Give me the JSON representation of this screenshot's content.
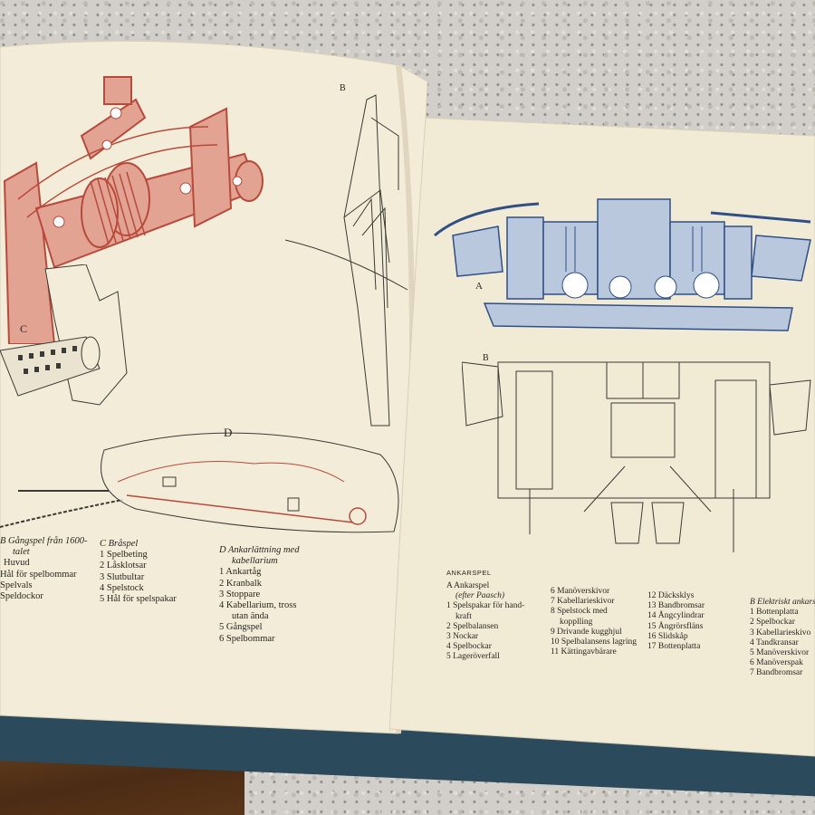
{
  "left_page": {
    "figure_letters": {
      "b": "B",
      "c": "C",
      "d": "D"
    },
    "captions": {
      "a": {
        "title": "B Gångspel från 1600-",
        "title_cont": "talet",
        "items": [
          "Huvud",
          "Hål för spelbommar",
          "Spelvals",
          "Speldockor"
        ]
      },
      "c": {
        "title": "C  Bråspel",
        "items": [
          "1  Spelbeting",
          "2  Låsklotsar",
          "3  Slutbultar",
          "4  Spelstock",
          "5  Hål för spelspakar"
        ]
      },
      "d": {
        "title": "D  Ankarlättning med",
        "title_cont": "kabellarium",
        "items": [
          "1  Ankartåg",
          "2  Kranbalk",
          "3  Stoppare",
          "4  Kabellarium, tross",
          "utan ända",
          "5  Gångspel",
          "6  Spelbommar"
        ]
      }
    },
    "colors": {
      "red_ink": "#b84a3c",
      "page": "#f3ecd8",
      "line_ink": "#3b3a36"
    }
  },
  "right_page": {
    "figure_letters": {
      "a": "A",
      "b": "B"
    },
    "heading": "ANKARSPEL",
    "captions": {
      "a": {
        "title": "A  Ankarspel",
        "subtitle": "(efter Paasch)",
        "items": [
          "1  Spelspakar för hand-",
          "kraft",
          "2  Spelbalansen",
          "3  Nockar",
          "4  Spelbockar",
          "5  Lageröverfall"
        ]
      },
      "col2": {
        "items": [
          "6  Manöverskivor",
          "7  Kabellarieskivor",
          "8  Spelstock med",
          "kopplling",
          "9  Drivande kugghjul",
          "10  Spelbalansens lagring",
          "11  Kättingavbärare"
        ]
      },
      "col3": {
        "items": [
          "12  Däcksklys",
          "13  Bandbromsar",
          "14  Ångcylindrar",
          "15  Ångrörsfläns",
          "16  Slidskåp",
          "17  Bottenplatta"
        ]
      },
      "b": {
        "title": "B  Elektriskt ankars",
        "items": [
          "1  Bottenplatta",
          "2  Spelbockar",
          "3  Kabellarieskivo",
          "4  Tandkransar",
          "5  Manöverskivor",
          "6  Manöverspak",
          "7  Bandbromsar"
        ]
      }
    },
    "colors": {
      "blue_ink": "#2f4f86",
      "page": "#f1ebd6"
    }
  }
}
